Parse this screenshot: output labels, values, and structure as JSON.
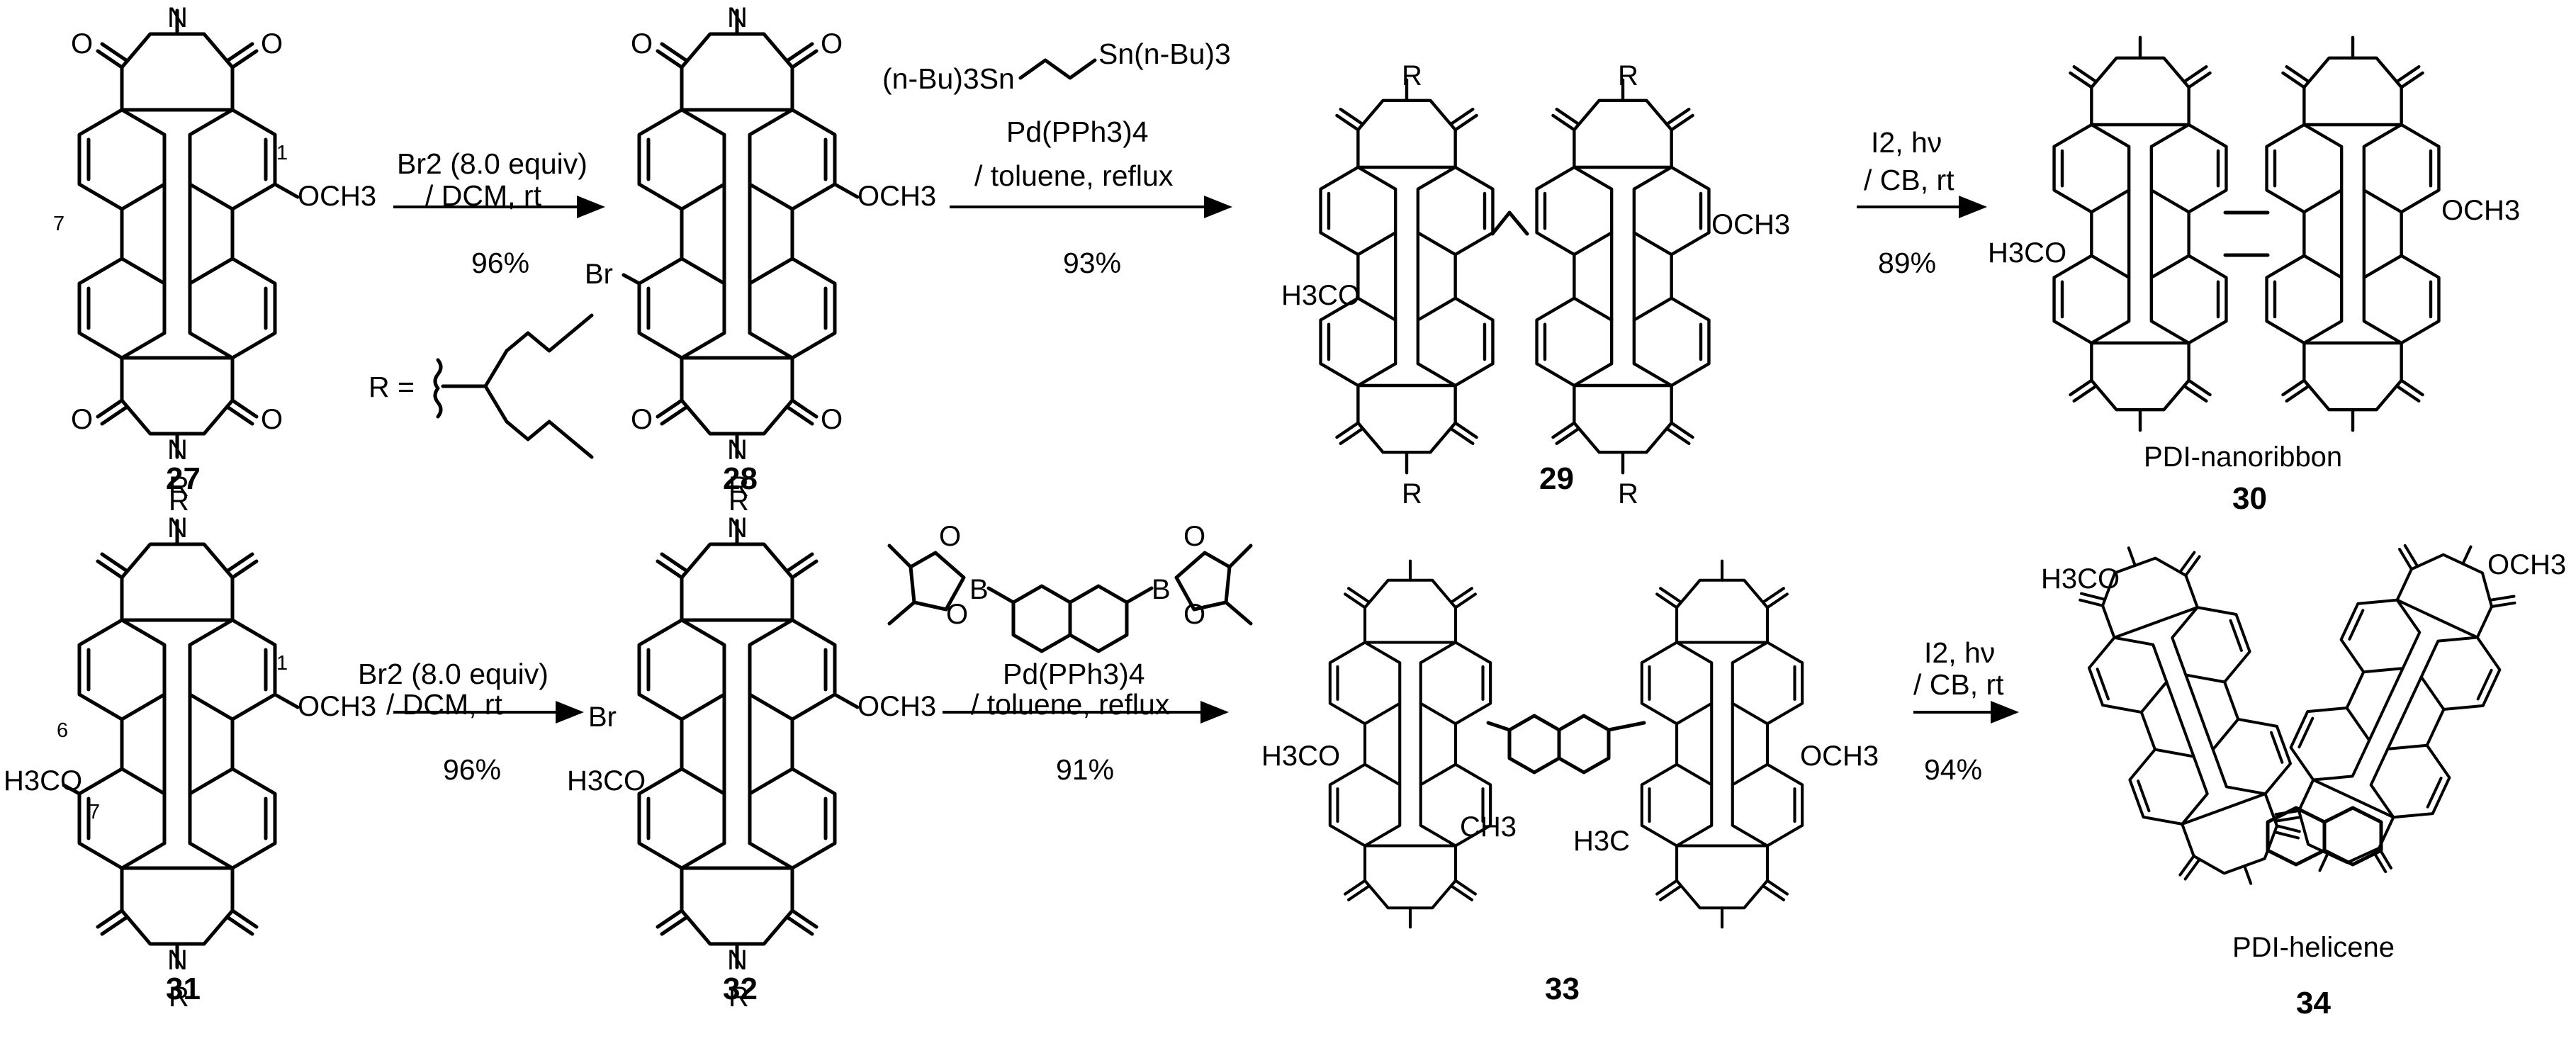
{
  "colors": {
    "ink": "#000000",
    "background": "#ffffff"
  },
  "compounds": {
    "c27": "27",
    "c28": "28",
    "c29": "29",
    "c30": "30",
    "c31": "31",
    "c32": "32",
    "c33": "33",
    "c34": "34"
  },
  "names": {
    "nanoribbon": "PDI-nanoribbon",
    "helicene": "PDI-helicene"
  },
  "reactions": {
    "r1": {
      "reagent": "Br2 (8.0 equiv)",
      "solvent": "/ DCM, rt",
      "yield": "96%"
    },
    "r2": {
      "reagent_top": "(n-Bu)3Sn",
      "reagent_top2": "Sn(n-Bu)3",
      "catalyst": "Pd(PPh3)4",
      "solvent": "/ toluene, reflux",
      "yield": "93%"
    },
    "r3": {
      "reagent": "I2, hν",
      "solvent": "/ CB, rt",
      "yield": "89%"
    },
    "r4": {
      "reagent": "Br2 (8.0 equiv)",
      "solvent": "/ DCM, rt",
      "yield": "96%"
    },
    "r5": {
      "catalyst": "Pd(PPh3)4",
      "solvent": "/ toluene, reflux",
      "yield": "91%"
    },
    "r6": {
      "reagent": "I2, hν",
      "solvent": "/ CB, rt",
      "yield": "94%"
    }
  },
  "substituent": {
    "r_def": "R ="
  },
  "atoms": {
    "R": "R",
    "N": "N",
    "O": "O",
    "Br": "Br",
    "B": "B",
    "OCH3": "OCH3",
    "H3CO": "H3CO",
    "CH3": "CH3",
    "H3C": "H3C",
    "pos1": "1",
    "pos6": "6",
    "pos7": "7"
  }
}
